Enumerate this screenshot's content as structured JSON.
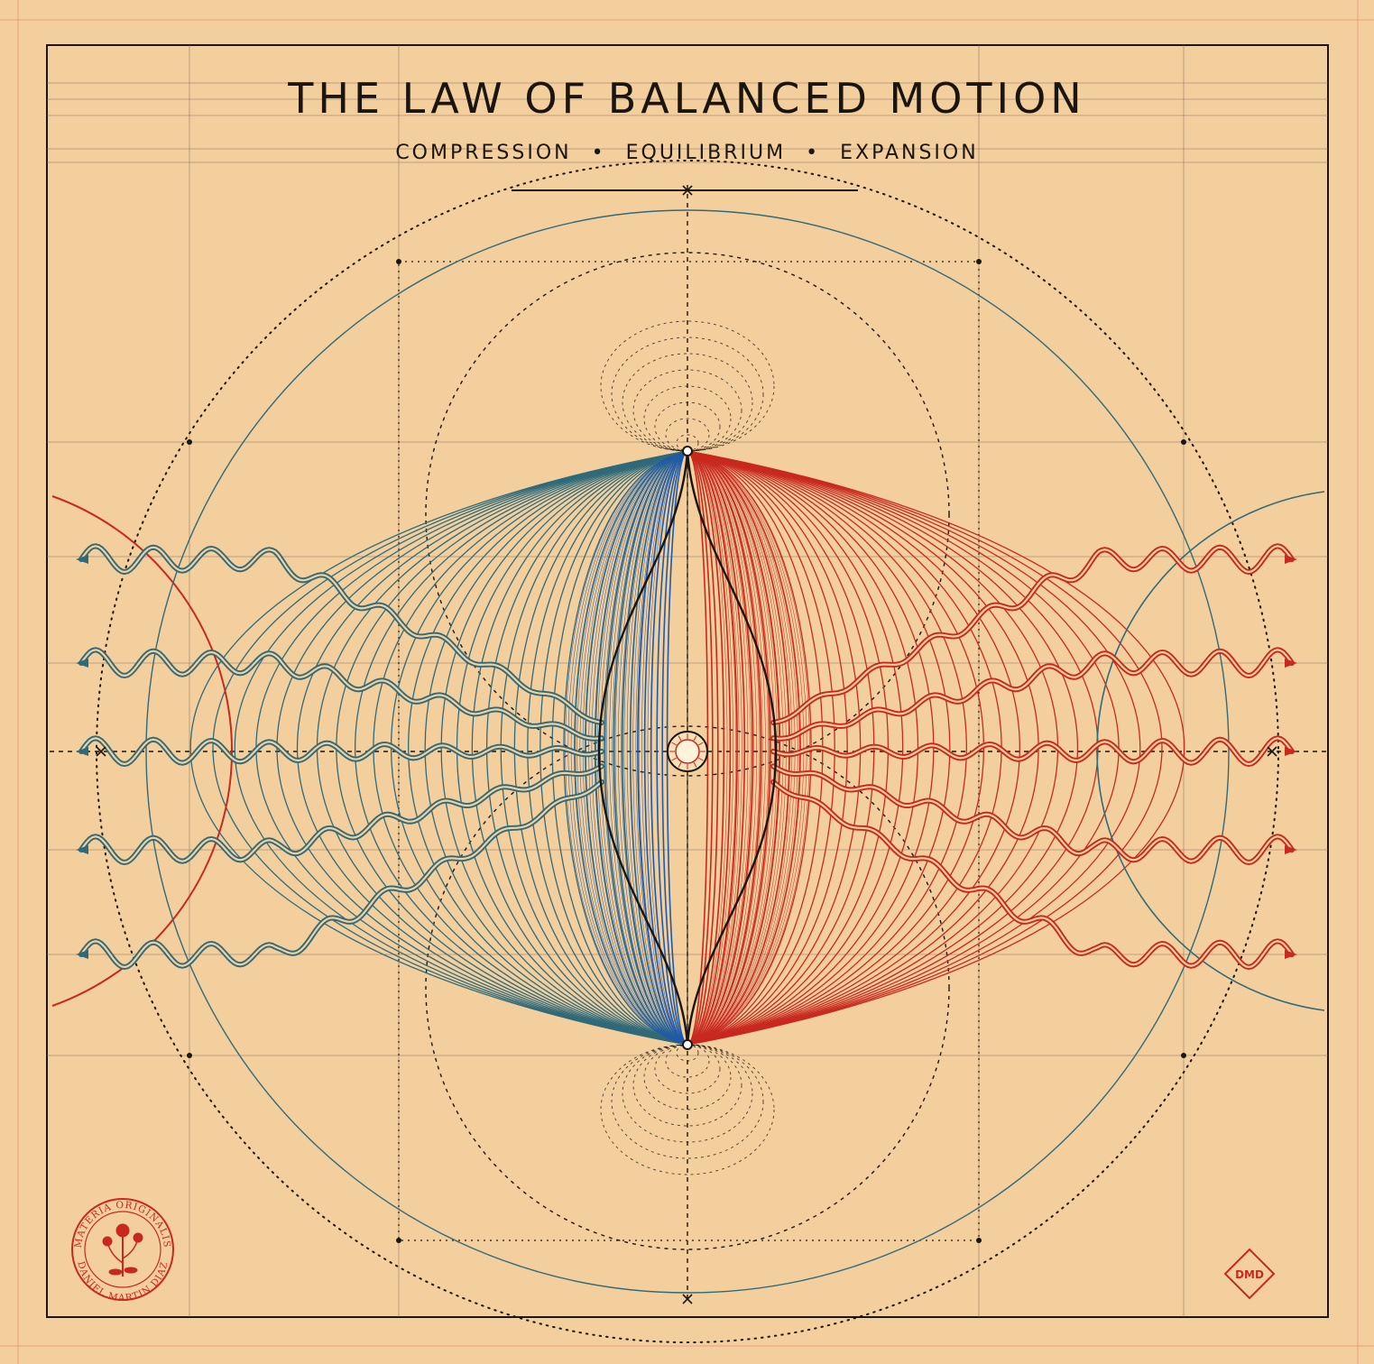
{
  "title": "THE LAW OF BALANCED MOTION",
  "subtitle": {
    "items": [
      "COMPRESSION",
      "EQUILIBRIUM",
      "EXPANSION"
    ],
    "separator": "•"
  },
  "seal": {
    "top_text": "MATERIA ORIGINALIS",
    "bottom_text": "DANIEL MARTIN DIAZ"
  },
  "monogram": "DMD",
  "colors": {
    "paper": "#f3cf9e",
    "ink": "#1b1510",
    "blue": "#2f6a7a",
    "blue_deep": "#1f5aa8",
    "red": "#c8291e",
    "grid": "#8a7560",
    "margin_line": "#e48a7a"
  }
}
